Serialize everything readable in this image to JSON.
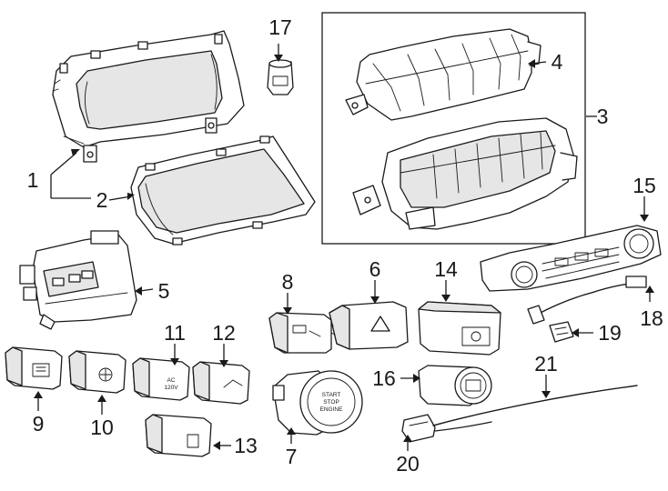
{
  "callouts": {
    "c1": "1",
    "c2": "2",
    "c3": "3",
    "c4": "4",
    "c5": "5",
    "c6": "6",
    "c7": "7",
    "c8": "8",
    "c9": "9",
    "c10": "10",
    "c11": "11",
    "c12": "12",
    "c13": "13",
    "c14": "14",
    "c15": "15",
    "c16": "16",
    "c17": "17",
    "c18": "18",
    "c19": "19",
    "c20": "20",
    "c21": "21"
  },
  "button_text": {
    "ac_line1": "AC",
    "ac_line2": "120V",
    "start_line1": "START",
    "start_line2": "STOP",
    "start_line3": "ENGINE"
  }
}
